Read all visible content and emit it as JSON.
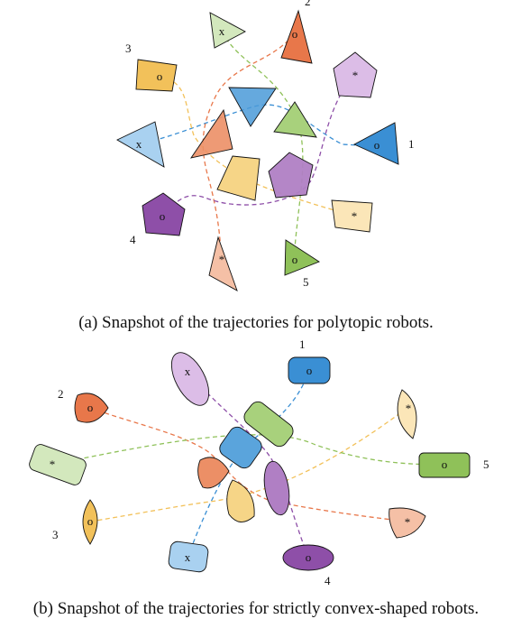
{
  "captions": {
    "a": "(a) Snapshot of the trajectories for polytopic robots.",
    "b": "(b) Snapshot of the trajectories for strictly convex-shaped robots."
  },
  "panel_a": {
    "robot_labels": {
      "r1": "1",
      "r2": "2",
      "r3": "3",
      "r4": "4",
      "r5": "5"
    }
  },
  "panel_b": {
    "robot_labels": {
      "r1": "1",
      "r2": "2",
      "r3": "3",
      "r4": "4",
      "r5": "5"
    }
  },
  "colors": {
    "robot1": "#3a8fd4",
    "robot2": "#e8774a",
    "robot3": "#f2c15a",
    "robot4": "#8e4fa8",
    "robot5": "#8fc159"
  },
  "markers": {
    "start": "o",
    "goal": "*",
    "alt_goal": "x"
  }
}
